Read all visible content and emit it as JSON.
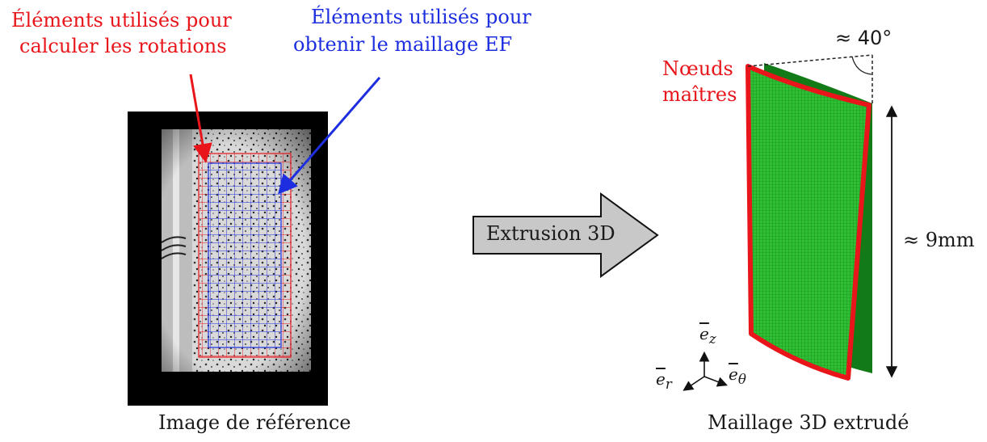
{
  "left_panel": {
    "red_label_line1": "Éléments utilisés pour",
    "red_label_line2": "calculer les rotations",
    "blue_label_line1": "Éléments utilisés pour",
    "blue_label_line2": "obtenir le maillage EF",
    "caption": "Image de référence"
  },
  "middle": {
    "arrow_label": "Extrusion 3D"
  },
  "right_panel": {
    "angle_label": "≈ 40°",
    "master_nodes_line1": "Nœuds",
    "master_nodes_line2": "maîtres",
    "height_label": "≈ 9mm",
    "axis_z": "e",
    "axis_z_sub": "z",
    "axis_r": "e",
    "axis_r_sub": "r",
    "axis_theta": "e",
    "axis_theta_sub": "θ",
    "caption": "Maillage 3D extrudé"
  },
  "colors": {
    "red": "#e8161b",
    "blue": "#1d2ee0",
    "mesh_green": "#22a32a",
    "arrow_fill": "#c8c8c8"
  }
}
